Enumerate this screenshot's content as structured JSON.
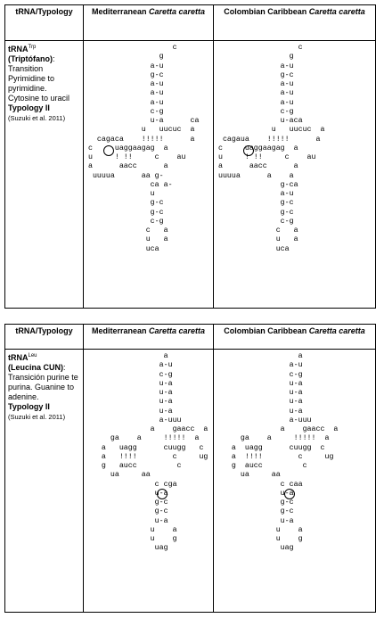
{
  "table1": {
    "col1_header": "tRNA/Typology",
    "col2_header_prefix": "Mediterranean ",
    "col2_header_species": "Caretta caretta",
    "col3_header_prefix": "Colombian Caribbean ",
    "col3_header_species": "Caretta caretta",
    "label": {
      "trna": "tRNA",
      "trna_sup": "Trp",
      "name": "(Triptófano)",
      "colon": ":",
      "description": "Transition Pyrimidine to pyrimidine. Cytosine to uracil",
      "typology": "Typology II",
      "citation": "(Suzuki et al. 2011)"
    },
    "structure_mediterranean": "                    c\n                 g\n               a-u\n               g-c\n               a-u\n               a-u\n               a-u\n               c-g\n               u-a      ca\n             u   uucuc  a\n   cagaca    !!!!!      a\n c     uaggaagag  a\n u     ! !!     c    au\n a      aacc      a\n  uuuua      aa g-\n               ca a-\n               u\n               g-c\n               g-c\n               c-g\n              c   a\n              u   a\n              uca",
    "structure_caribbean": "                   c\n                 g\n               a-u\n               g-c\n               a-u\n               a-u\n               a-u\n               c-g\n               u-aca\n             u   uucuc  a\n  cagaua    !!!!!      a\n c     uaggaagag  a\n u     ! !!     c    au\n a      aacc      a\n uuuua      a    a\n               g-ca\n               a-u\n               g-c\n               g-c\n               c-g\n              c   a\n              u   a\n              uca"
  },
  "table2": {
    "col1_header": "tRNA/Typology",
    "col2_header_prefix": "Mediterranean ",
    "col2_header_species": "Caretta caretta",
    "col3_header_prefix": "Colombian Caribbean ",
    "col3_header_species": "Caretta caretta",
    "label": {
      "trna": "tRNA",
      "trna_sup": "Leu",
      "name": "(Leucina CUN)",
      "colon": ":",
      "description": "Transición purine te purina. Guanine to adenine.",
      "typology": "Typology II",
      "citation": "(Suzuki et al. 2011)"
    },
    "structure_mediterranean": "                  a\n                 a-u\n                 c-g\n                 u-a\n                 u-a\n                 u-a\n                 u-a\n                 a-uuu\n               a    gaacc  a\n      ga    a     !!!!!  a\n    a   uagg      cuugg   c\n    a   !!!!        c     ug\n    g   aucc         c\n      ua     aa\n                c cga\n                u-a\n                g-c\n                g-c\n                u-a\n               u    a\n               u    g\n                uag",
    "structure_caribbean": "                   a\n                 a-u\n                 c-g\n                 u-a\n                 u-a\n                 u-a\n                 u-a\n                 a-uuu\n               a    gaacc  a\n      ga    a     !!!!!  a\n    a  uagg      cuugg  c\n    a  !!!!        c     ug\n    g  aucc         c\n      ua     aa\n               c caa\n               u-a\n               g-c\n               g-c\n               u-a\n              u    a\n              u    g\n               uag"
  }
}
